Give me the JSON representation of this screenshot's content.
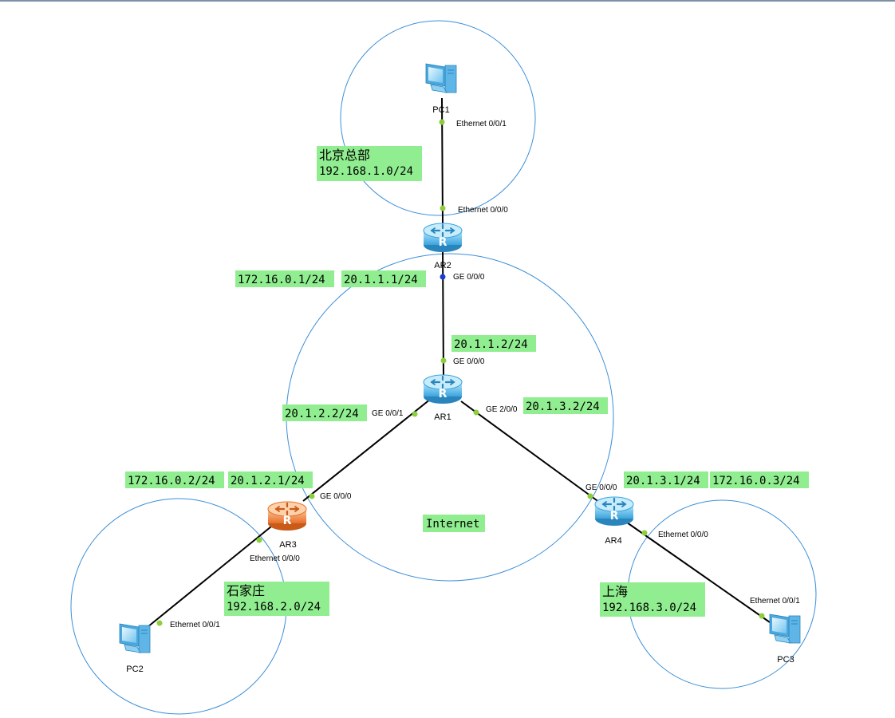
{
  "colors": {
    "zone": "#3b8fd9",
    "link": "#000000",
    "port_dot": "#8ccf3c",
    "active_port_dot": "#1a3dd6",
    "label_bg": "#90ee90",
    "router_blue": "#5bbbe9",
    "router_orange": "#f08a3a",
    "pc_blue": "#6fc3ee"
  },
  "icons": {
    "router": "router-icon",
    "pc": "pc-icon"
  },
  "devices": {
    "pc1": "PC1",
    "pc2": "PC2",
    "pc3": "PC3",
    "ar1": "AR1",
    "ar2": "AR2",
    "ar3": "AR3",
    "ar4": "AR4"
  },
  "ports": {
    "pc1_eth": "Ethernet 0/0/1",
    "ar2_eth": "Ethernet 0/0/0",
    "ar2_ge": "GE 0/0/0",
    "ar1_ge000": "GE 0/0/0",
    "ar1_ge001": "GE 0/0/1",
    "ar1_ge200": "GE 2/0/0",
    "ar3_ge": "GE 0/0/0",
    "ar3_eth": "Ethernet 0/0/0",
    "pc2_eth": "Ethernet 0/0/1",
    "ar4_ge": "GE 0/0/0",
    "ar4_eth": "Ethernet 0/0/0",
    "pc3_eth": "Ethernet 0/0/1"
  },
  "labels": {
    "beijing_name": "北京总部",
    "beijing_net": "192.168.1.0/24",
    "sjz_name": "石家庄",
    "sjz_net": "192.168.2.0/24",
    "sh_name": "上海",
    "sh_net": "192.168.3.0/24",
    "ar2_tunnel": "172.16.0.1/24",
    "ar2_public": "20.1.1.1/24",
    "ar1_to_ar2": "20.1.1.2/24",
    "ar1_to_ar3": "20.1.2.2/24",
    "ar1_to_ar4": "20.1.3.2/24",
    "ar3_tunnel": "172.16.0.2/24",
    "ar3_public": "20.1.2.1/24",
    "ar4_public": "20.1.3.1/24",
    "ar4_tunnel": "172.16.0.3/24",
    "internet": "Internet"
  }
}
